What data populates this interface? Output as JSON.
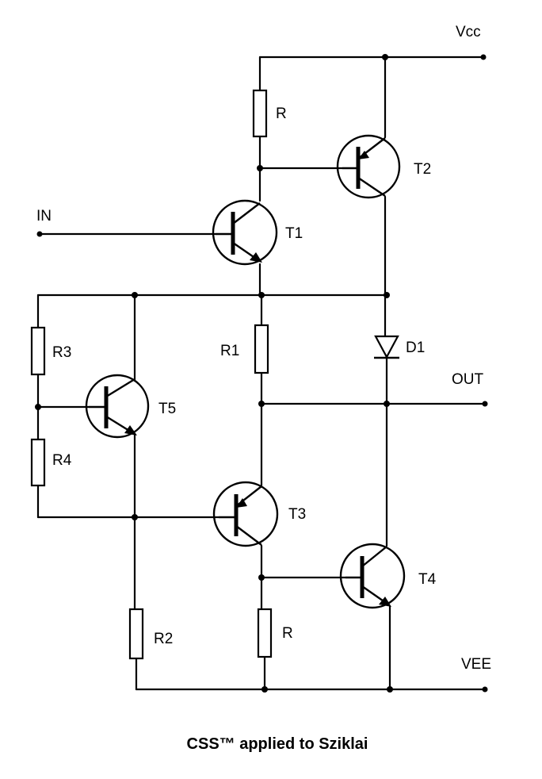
{
  "caption": "CSS™ applied to Sziklai",
  "rails": {
    "vcc": "Vcc",
    "vee": "VEE"
  },
  "ports": {
    "in": "IN",
    "out": "OUT"
  },
  "transistors": {
    "t1": "T1",
    "t2": "T2",
    "t3": "T3",
    "t4": "T4",
    "t5": "T5"
  },
  "diode": {
    "d1": "D1"
  },
  "resistors": {
    "r_top": "R",
    "r1": "R1",
    "r2": "R2",
    "r3": "R3",
    "r4": "R4",
    "r_bottom": "R"
  }
}
